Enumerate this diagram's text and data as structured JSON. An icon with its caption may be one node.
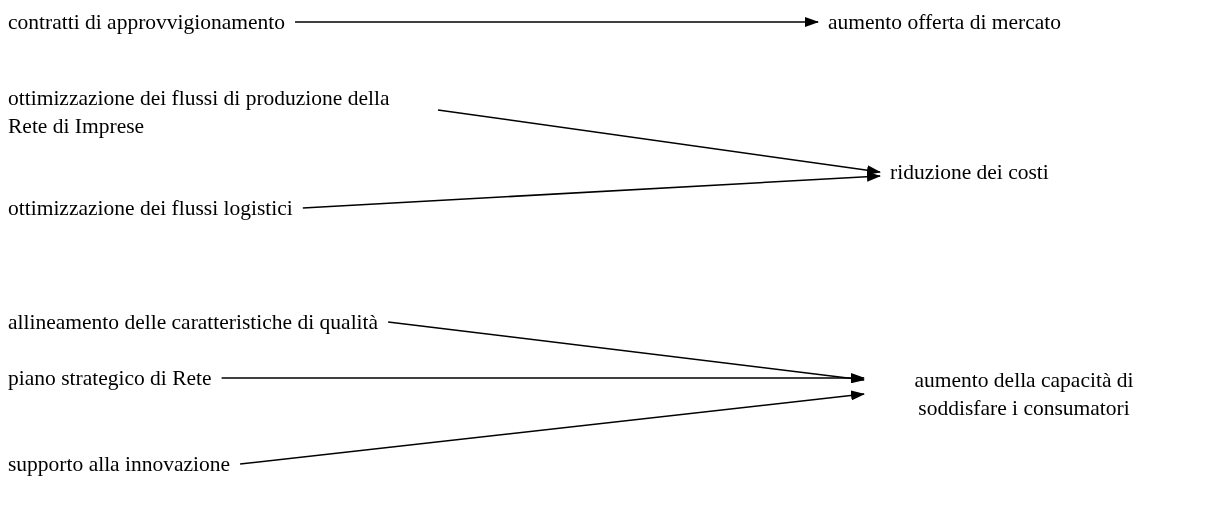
{
  "diagram": {
    "nodes": [
      {
        "text": [
          "contratti di approvvigionamento"
        ]
      },
      {
        "text": [
          "aumento offerta di mercato"
        ]
      },
      {
        "text": [
          "ottimizzazione dei flussi di produzione della Rete di Imprese"
        ]
      },
      {
        "text": [
          "ottimizzazione dei flussi logistici"
        ]
      },
      {
        "text": [
          "riduzione dei costi"
        ]
      },
      {
        "text": [
          "allineamento delle caratteristiche di qualità"
        ]
      },
      {
        "text": [
          "piano strategico di Rete"
        ]
      },
      {
        "text": [
          "supporto alla innovazione"
        ]
      },
      {
        "text": [
          "aumento della capacità di soddisfare i consumatori"
        ]
      }
    ],
    "edges": [
      {
        "from": 0,
        "to": 1,
        "arrow": "to"
      },
      {
        "from": 2,
        "to": 4,
        "arrow": "to"
      },
      {
        "from": 3,
        "to": 4,
        "arrow": "to"
      },
      {
        "from": 5,
        "to": 8,
        "arrow": "to"
      },
      {
        "from": 6,
        "to": 8,
        "arrow": "to"
      },
      {
        "from": 7,
        "to": 8,
        "arrow": "to"
      }
    ]
  }
}
